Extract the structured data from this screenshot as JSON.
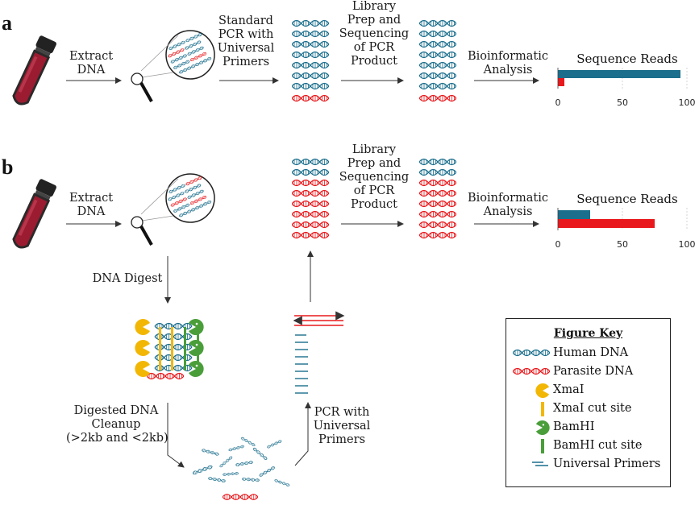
{
  "panels": {
    "a": "a",
    "b": "b"
  },
  "panel_a": {
    "extract_label": "Extract\nDNA",
    "pcr_label": "Standard\nPCR with\nUniversal\nPrimers",
    "library_label": "Library\nPrep and\nSequencing\nof PCR\nProduct",
    "bioinfo_label": "Bioinformatic\nAnalysis"
  },
  "panel_b": {
    "extract_label": "Extract\nDNA",
    "library_label": "Library\nPrep and\nSequencing\nof PCR\nProduct",
    "bioinfo_label": "Bioinformatic\nAnalysis",
    "digest_label": "DNA Digest",
    "cleanup_label": "Digested DNA\nCleanup\n(>2kb and <2kb)",
    "pcr_label": "PCR with\nUniversal\nPrimers"
  },
  "chart_data": [
    {
      "type": "bar",
      "title": "Sequence Reads",
      "orientation": "horizontal",
      "xlim": [
        0,
        100
      ],
      "ticks": [
        "0",
        "50",
        "100"
      ],
      "series": [
        {
          "values": [
            95
          ]
        },
        {
          "values": [
            5
          ]
        }
      ]
    },
    {
      "type": "bar",
      "title": "Sequence Reads",
      "orientation": "horizontal",
      "xlim": [
        0,
        100
      ],
      "ticks": [
        "0",
        "50",
        "100"
      ],
      "series": [
        {
          "values": [
            25
          ]
        },
        {
          "values": [
            75
          ]
        }
      ]
    }
  ],
  "colors": {
    "human": "#1b6e8c",
    "parasite": "#e8181c",
    "xmai": "#f2b705",
    "bamhi": "#4a9e3a",
    "tube": "#9b1b30",
    "primer": "#1b6e8c"
  },
  "key": {
    "title": "Figure Key",
    "items": [
      {
        "icon": "human-dna-icon",
        "label": "Human DNA"
      },
      {
        "icon": "parasite-dna-icon",
        "label": "Parasite DNA"
      },
      {
        "icon": "xmai-enzyme-icon",
        "label": "XmaI"
      },
      {
        "icon": "xmai-cut-site-icon",
        "label": "XmaI cut site"
      },
      {
        "icon": "bamhi-enzyme-icon",
        "label": "BamHI"
      },
      {
        "icon": "bamhi-cut-site-icon",
        "label": "BamHI cut site"
      },
      {
        "icon": "universal-primers-icon",
        "label": "Universal Primers"
      }
    ]
  }
}
